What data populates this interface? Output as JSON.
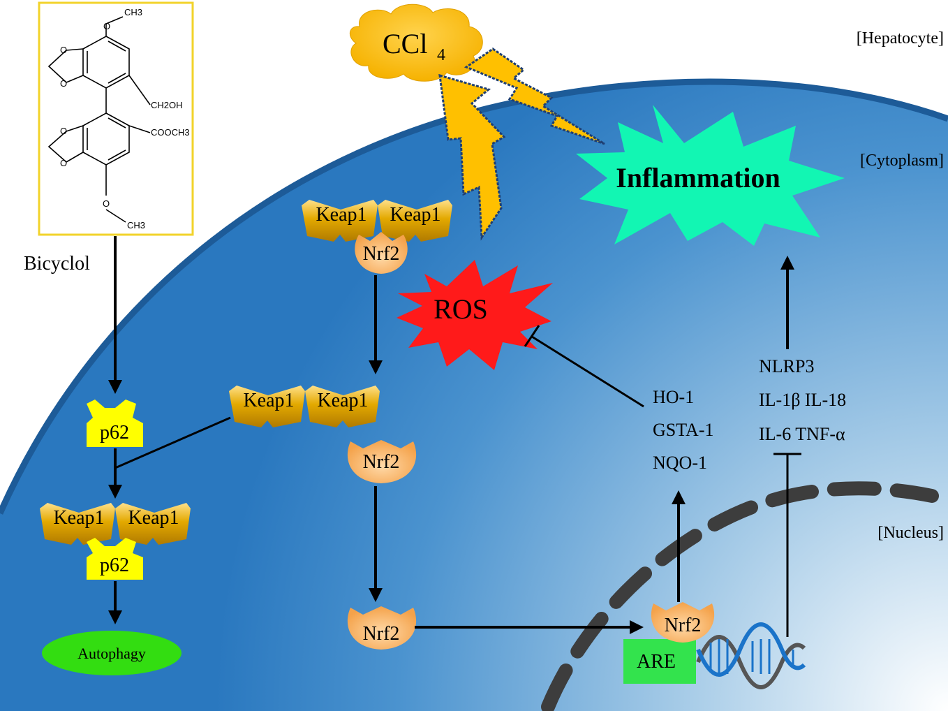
{
  "compartments": {
    "hepatocyte": "[Hepatocyte]",
    "cytoplasm": "[Cytoplasm]",
    "nucleus": "[Nucleus]"
  },
  "drug": {
    "name": "Bicyclol",
    "structure_labels": {
      "ch3_top": "CH3",
      "ch2oh": "CH2OH",
      "cooch3": "COOCH3",
      "ch3_bottom": "CH3"
    }
  },
  "stimulus": {
    "ccl4_main": "CCl",
    "ccl4_sub": "4"
  },
  "nodes": {
    "ros": "ROS",
    "inflammation": "Inflammation",
    "keap1": "Keap1",
    "nrf2": "Nrf2",
    "p62": "p62",
    "autophagy": "Autophagy",
    "are": "ARE"
  },
  "gene_targets": [
    "HO-1",
    "GSTA-1",
    "NQO-1"
  ],
  "inflammatory_genes": [
    "NLRP3",
    "IL-1β IL-18",
    "IL-6 TNF-α"
  ],
  "colors": {
    "cell_blue_dark": "#2f7fc4",
    "cell_blue_light": "#eef5fb",
    "membrane": "#1d5b98",
    "keap1": "#e6b000",
    "nrf2": "#f8b468",
    "p62": "#ffff00",
    "autophagy": "#33dd11",
    "ros": "#ff1a1a",
    "inflammation": "#11f5b0",
    "ccl4": "#ffc000",
    "are": "#33e34d",
    "nuclear_envelope": "#3a3a3a",
    "dna_blue": "#1a73c9",
    "dna_gray": "#555555"
  }
}
